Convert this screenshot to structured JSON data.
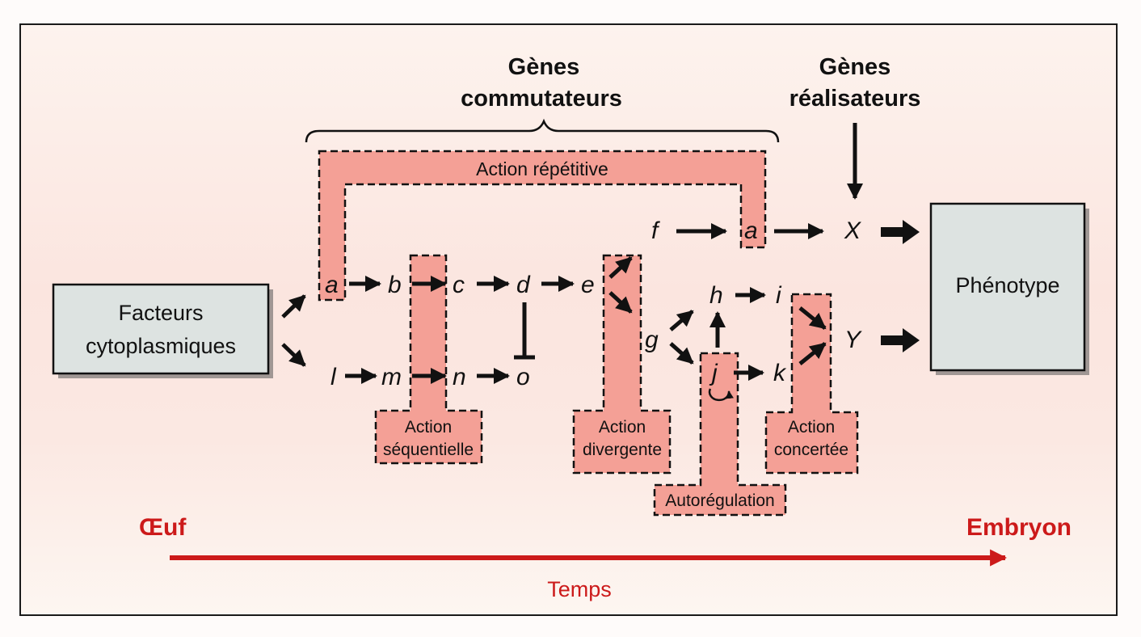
{
  "diagram": {
    "title_commutateurs": [
      "Gènes",
      "commutateurs"
    ],
    "title_realisateurs": [
      "Gènes",
      "réalisateurs"
    ],
    "input_box": [
      "Facteurs",
      "cytoplasmiques"
    ],
    "output_box": "Phénotype",
    "regions": {
      "repetitive": "Action répétitive",
      "sequentielle": [
        "Action",
        "séquentielle"
      ],
      "divergente": [
        "Action",
        "divergente"
      ],
      "autoregulation": "Autorégulation",
      "concertee": [
        "Action",
        "concertée"
      ]
    },
    "nodes": {
      "a": "a",
      "b": "b",
      "c": "c",
      "d": "d",
      "e": "e",
      "f": "f",
      "a2": "a",
      "g": "g",
      "h": "h",
      "i": "i",
      "j": "j",
      "k": "k",
      "l": "l",
      "m": "m",
      "n": "n",
      "o": "o",
      "X": "X",
      "Y": "Y"
    },
    "timeline": {
      "start": "Œuf",
      "end": "Embryon",
      "label": "Temps"
    },
    "colors": {
      "region_fill": "#f4a096",
      "box_fill": "#dde3e1",
      "timeline": "#cc1a1a",
      "ink": "#111111"
    }
  }
}
